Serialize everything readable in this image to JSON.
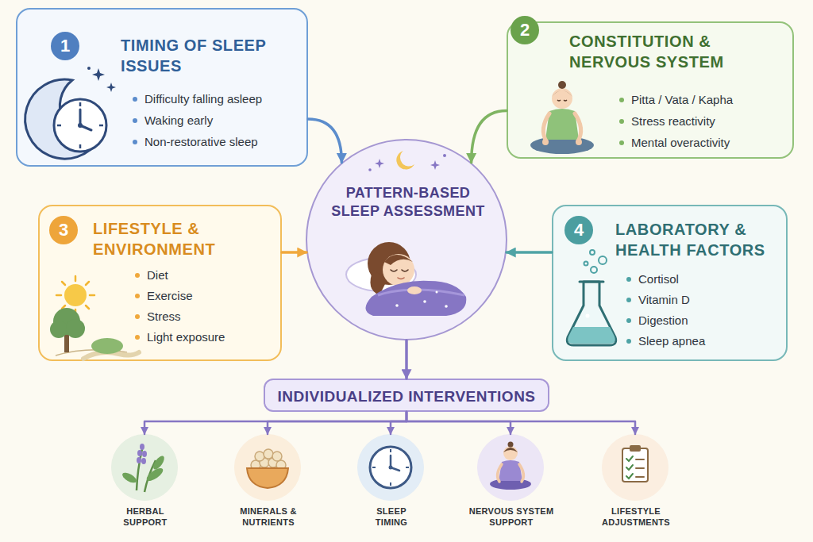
{
  "diagram": {
    "nodes": [
      {
        "text": [
          "TIMING OF SLEEP ISSUES",
          "Difficulty falling asleep",
          "Waking early",
          "Non-restorative sleep"
        ]
      },
      {
        "text": [
          "CONSTITUTION & NERVOUS SYSTEM",
          "Pitta / Vata / Kapha",
          "Stress reactivity",
          "Mental overactivity"
        ]
      },
      {
        "text": [
          "PATTERN-BASED SLEEP ASSESSMENT"
        ]
      },
      {
        "text": [
          "LIFESTYLE & ENVIRONMENT",
          "Diet",
          "Exercise",
          "Stress",
          "Light exposure"
        ]
      },
      {
        "text": [
          "LABORATORY & HEALTH FACTORS",
          "Cortisol",
          "Vitamin D",
          "Digestion",
          "Sleep apnea"
        ]
      },
      {
        "text": [
          "INDIVIDUALIZED INTERVENTIONS"
        ]
      },
      {
        "text": [
          "HERBAL SUPPORT"
        ]
      },
      {
        "text": [
          "MINERALS & NUTRIENTS"
        ]
      },
      {
        "text": [
          "SLEEP TIMING"
        ]
      },
      {
        "text": [
          "NERVOUS SYSTEM SUPPORT"
        ]
      },
      {
        "text": [
          "LIFESTYLE ADJUSTMENTS"
        ]
      }
    ],
    "edges": [
      {
        "from": 0,
        "to": 2,
        "arrow": "to"
      },
      {
        "from": 1,
        "to": 2,
        "arrow": "to"
      },
      {
        "from": 3,
        "to": 2,
        "arrow": "to"
      },
      {
        "from": 4,
        "to": 2,
        "arrow": "to"
      },
      {
        "from": 2,
        "to": 5,
        "arrow": "to"
      },
      {
        "from": 5,
        "to": 6,
        "arrow": "to"
      },
      {
        "from": 5,
        "to": 7,
        "arrow": "to"
      },
      {
        "from": 5,
        "to": 8,
        "arrow": "to"
      },
      {
        "from": 5,
        "to": 9,
        "arrow": "to"
      },
      {
        "from": 5,
        "to": 10,
        "arrow": "to"
      }
    ],
    "labels": [
      "1",
      "2",
      "3",
      "4"
    ]
  }
}
